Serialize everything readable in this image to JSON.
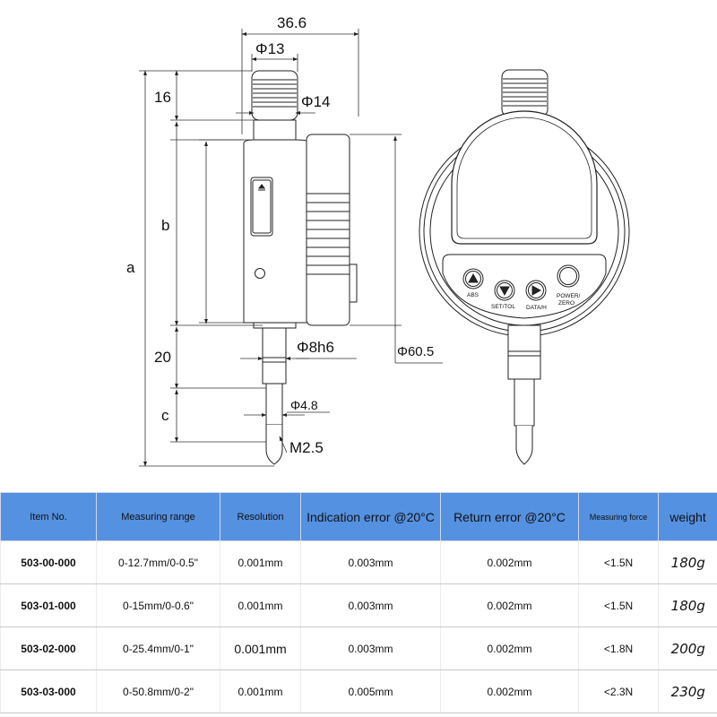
{
  "drawing": {
    "dimensions": {
      "width_total": "36.6",
      "stem_diameter": "Φ13",
      "cap_diameter": "Φ14",
      "cap_height": "16",
      "body_height": "b",
      "overall_height": "a",
      "spindle_length": "20",
      "contact_length": "c",
      "stem_fit": "Φ8h6",
      "dial_diameter": "Φ60.5",
      "spindle_diameter": "Φ4.8",
      "thread": "M2.5"
    },
    "buttons": {
      "abs": "ABS",
      "set_tol": "SET/TOL",
      "data_h": "DATA/H",
      "power_zero_line1": "POWER/",
      "power_zero_line2": "ZERO"
    }
  },
  "table": {
    "headers": [
      "Item No.",
      "Measuring range",
      "Resolution",
      "Indication error @20°C",
      "Return error @20°C",
      "Measuring force",
      "weight"
    ],
    "rows": [
      [
        "503-00-000",
        "0-12.7mm/0-0.5\"",
        "0.001mm",
        "0.003mm",
        "0.002mm",
        "<1.5N",
        "180g"
      ],
      [
        "503-01-000",
        "0-15mm/0-0.6\"",
        "0.001mm",
        "0.003mm",
        "0.002mm",
        "<1.5N",
        "180g"
      ],
      [
        "503-02-000",
        "0-25.4mm/0-1\"",
        "0.001mm",
        "0.003mm",
        "0.002mm",
        "<1.8N",
        "200g"
      ],
      [
        "503-03-000",
        "0-50.8mm/0-2\"",
        "0.001mm",
        "0.005mm",
        "0.002mm",
        "<2.3N",
        "230g"
      ]
    ]
  }
}
